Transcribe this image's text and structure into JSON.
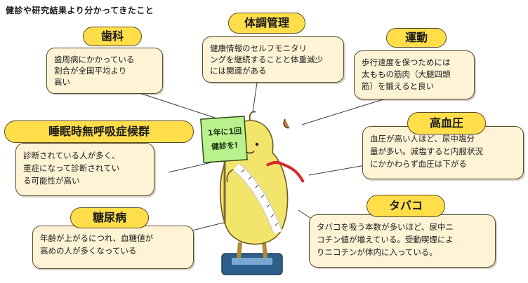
{
  "title": "健診や研究結果より分かってきたこと",
  "topics": {
    "dental": {
      "label": "歯科",
      "text": "歯周病にかかっている割合が全国平均より高い",
      "lines": [
        "歯周病にかかっている",
        "割合が全国平均より",
        "高い"
      ]
    },
    "health": {
      "label": "体調管理",
      "lines": [
        "健康情報のセルフモニタリ",
        "ングを継続することと体重減少",
        "には関連がある"
      ]
    },
    "exercise": {
      "label": "運動",
      "lines": [
        "歩行速度を保つためには",
        "太ももの筋肉（大腿四頭",
        "筋）を鍛えると良い"
      ]
    },
    "apnea": {
      "label": "睡眠時無呼吸症候群",
      "lines": [
        "診断されている人が多く、",
        "重症になって診断されてい",
        "る可能性が高い"
      ]
    },
    "bp": {
      "label": "高血圧",
      "lines": [
        "血圧が高い人ほど、尿中塩分",
        "量が多い。減塩すると内服状況",
        "にかかわらず血圧は下がる"
      ]
    },
    "diabetes": {
      "label": "糖尿病",
      "lines": [
        "年齢が上がるにつれ、血糖値が",
        "高めの人が多くなっている"
      ]
    },
    "tobacco": {
      "label": "タバコ",
      "lines": [
        "タバコを吸う本数が多いほど、尿中ニ",
        "コチン値が増えている。受動喫煙によ",
        "りニコチンが体内に入っている。"
      ]
    }
  },
  "sign": {
    "line1": "1年に1回",
    "line2": "健診を!"
  },
  "colors": {
    "bubble": "#fff3d6",
    "pill": "#ffde4a",
    "mascot": "#f3e46b",
    "sash": "#ffffff",
    "scale": "#2e5f8c"
  }
}
